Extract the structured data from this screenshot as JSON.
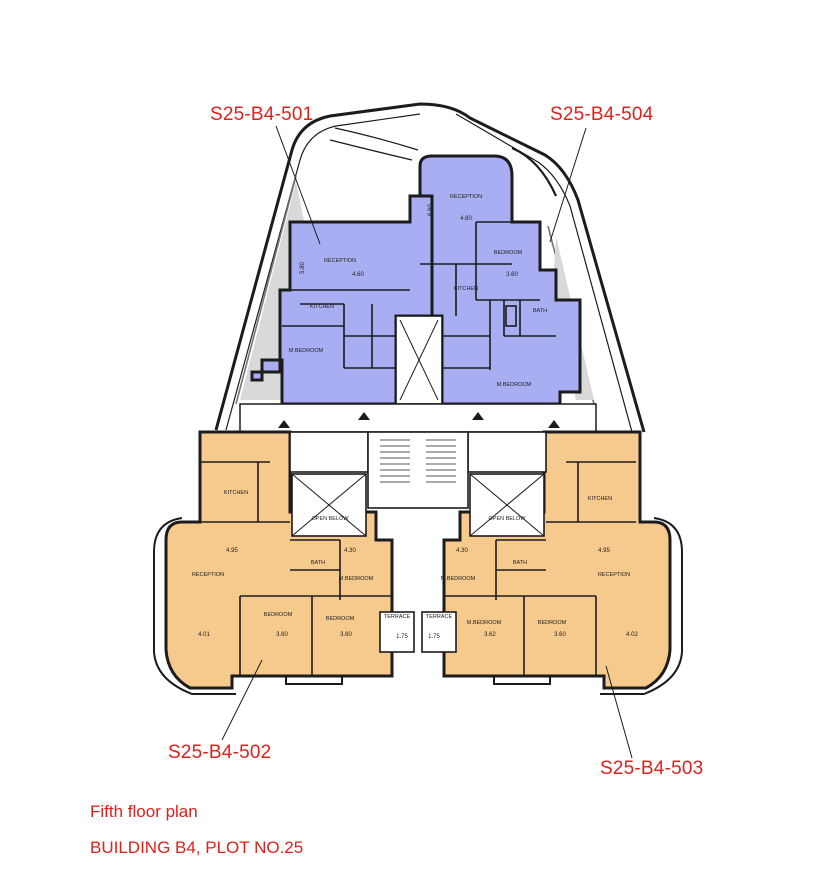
{
  "units": {
    "u501": {
      "code": "S25-B4-501"
    },
    "u504": {
      "code": "S25-B4-504"
    },
    "u502": {
      "code": "S25-B4-502"
    },
    "u503": {
      "code": "S25-B4-503"
    }
  },
  "caption": {
    "line1": "Fifth floor plan",
    "line2": "BUILDING B4, PLOT NO.25"
  },
  "colors": {
    "upper_units": "#a9adf2",
    "lower_units": "#f6c98c",
    "label": "#e0201b",
    "wall": "#1c1c1c"
  },
  "rooms": {
    "reception_501": "RECEPTION",
    "kitchen_501": "KITCHEN",
    "mbedroom_501": "M.BEDROOM",
    "reception_504": "RECEPTION",
    "bedroom_504": "BEDROOM",
    "kitchen_504": "KITCHEN",
    "bath_504": "BATH",
    "mbedroom_504": "M.BEDROOM",
    "kitchen_502": "KITCHEN",
    "openbelow_l": "OPEN BELOW",
    "openbelow_r": "OPEN BELOW",
    "reception_502": "RECEPTION",
    "bath_502": "BATH",
    "mbedroom_502": "M.BEDROOM",
    "bedroom_502a": "BEDROOM",
    "bedroom_502b": "BEDROOM",
    "terrace_l": "TERRACE",
    "terrace_r": "TERRACE",
    "mbedroom_503": "M.BEDROOM",
    "bath_503": "BATH",
    "reception_503": "RECEPTION",
    "kitchen_503": "KITCHEN",
    "mbedroom_503b": "M.BEDROOM",
    "bedroom_503": "BEDROOM"
  },
  "dimensions": {
    "d501_w": "4.60",
    "d501_h": "5.80",
    "d504_w": "4.60",
    "d504_h": "6.60",
    "d504_bed": "3.60",
    "d502_rec": "4.95",
    "d502_w": "4.01",
    "d502_b1": "3.60",
    "d502_b2": "3.60",
    "d503_rec": "4.95",
    "d503_w": "4.02",
    "d503_b1": "3.62",
    "d503_b2": "3.60",
    "d_terrace_l": "1.75",
    "d_terrace_r": "1.75",
    "d_mbed_l": "4.30",
    "d_mbed_r": "4.30"
  }
}
